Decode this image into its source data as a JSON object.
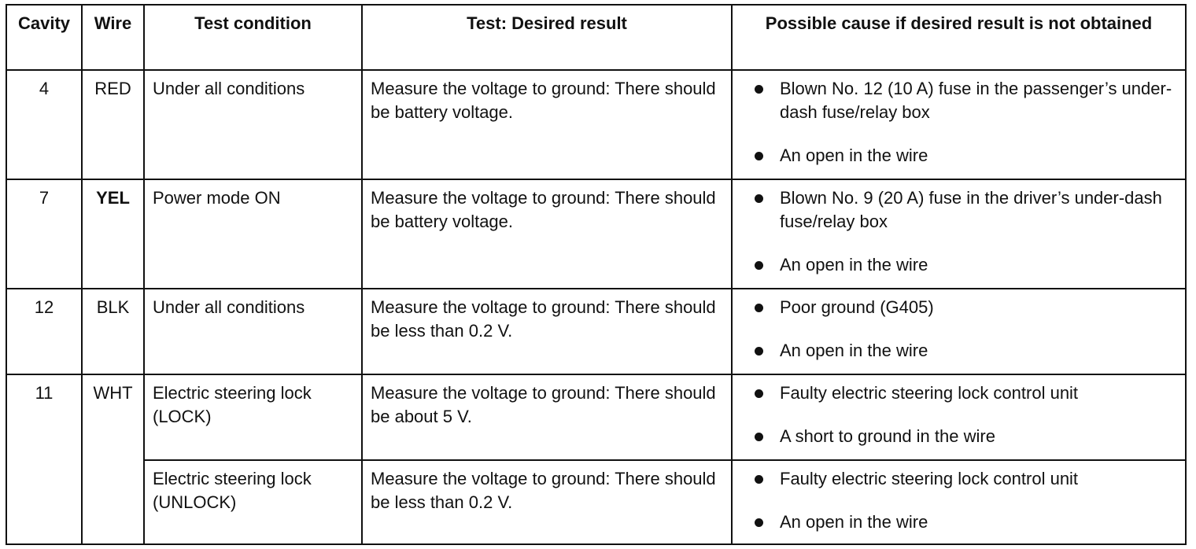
{
  "headers": {
    "cavity": "Cavity",
    "wire": "Wire",
    "test_condition": "Test condition",
    "desired_result": "Test: Desired result",
    "possible_cause": "Possible cause if desired result is not obtained"
  },
  "rows": [
    {
      "cavity": "4",
      "wire": "RED",
      "condition": "Under all conditions",
      "result": "Measure the voltage to ground: There should be battery voltage.",
      "causes": [
        "Blown No. 12 (10 A) fuse in the passenger’s under-dash fuse/relay box",
        "An open in the wire"
      ]
    },
    {
      "cavity": "7",
      "wire": "YEL",
      "condition": "Power mode ON",
      "result": "Measure the voltage to ground: There should be battery voltage.",
      "causes": [
        "Blown No. 9 (20 A) fuse in the driver’s under-dash fuse/relay box",
        "An open in the wire"
      ]
    },
    {
      "cavity": "12",
      "wire": "BLK",
      "condition": "Under all conditions",
      "result": "Measure the voltage to ground: There should be less than 0.2 V.",
      "causes": [
        "Poor ground (G405)",
        "An open in the wire"
      ]
    },
    {
      "cavity": "11",
      "wire": "WHT",
      "condition": "Electric steering lock (LOCK)",
      "result": "Measure the voltage to ground: There should be about 5 V.",
      "causes": [
        "Faulty electric steering lock control unit",
        "A short to ground in the wire"
      ]
    },
    {
      "condition": "Electric steering lock (UNLOCK)",
      "result": "Measure the voltage to ground: There should be less than 0.2 V.",
      "causes": [
        "Faulty electric steering lock control unit",
        "An open in the wire"
      ]
    }
  ]
}
